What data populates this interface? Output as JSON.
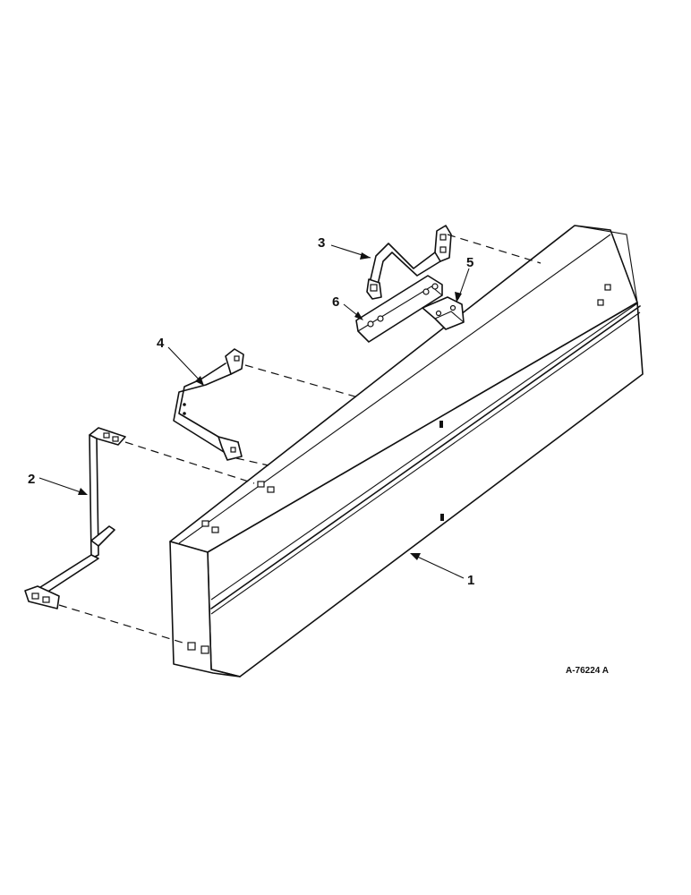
{
  "diagram": {
    "drawing_number": "A-76224 A",
    "callouts": [
      {
        "id": "callout-1",
        "label": "1"
      },
      {
        "id": "callout-2",
        "label": "2"
      },
      {
        "id": "callout-3",
        "label": "3"
      },
      {
        "id": "callout-4",
        "label": "4"
      },
      {
        "id": "callout-5",
        "label": "5"
      },
      {
        "id": "callout-6",
        "label": "6"
      }
    ]
  }
}
